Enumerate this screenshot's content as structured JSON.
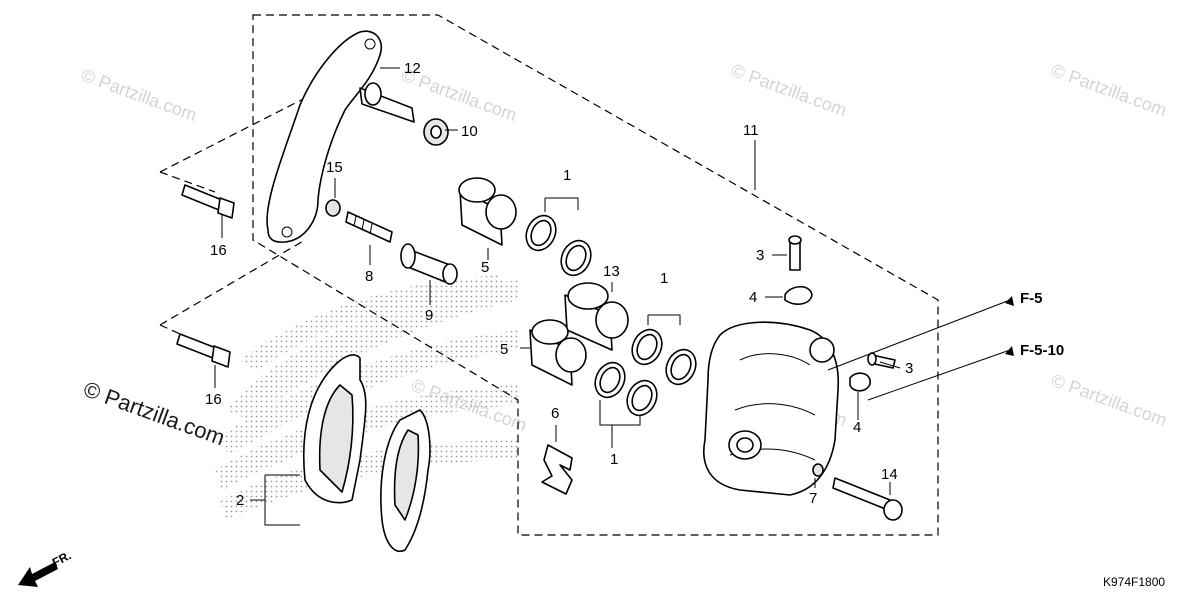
{
  "diagram": {
    "catalog_code": "K974F1800",
    "direction_label": "FR.",
    "watermarks": [
      "© Partzilla.com"
    ],
    "references": [
      "F-5",
      "F-5-10"
    ],
    "callouts": [
      "1",
      "2",
      "3",
      "4",
      "5",
      "6",
      "7",
      "8",
      "9",
      "10",
      "11",
      "12",
      "13",
      "14",
      "15",
      "16"
    ]
  }
}
